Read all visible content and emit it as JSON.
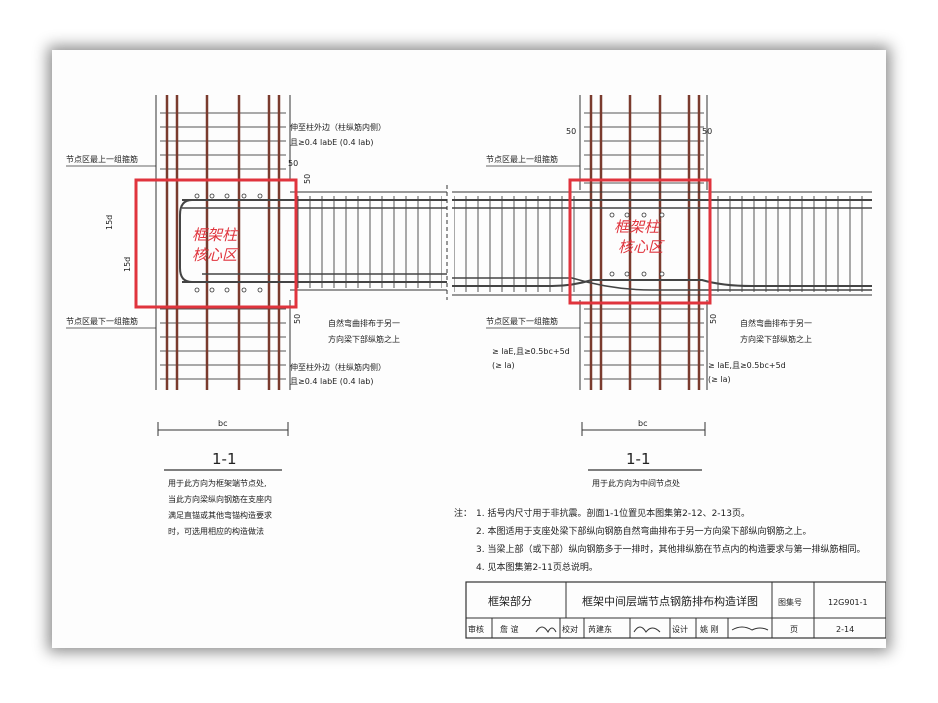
{
  "left_detail": {
    "section_label": "1-1",
    "caption_lines": [
      "用于此方向为框架端节点处,",
      "当此方向梁纵向钢筋在支座内",
      "满足直锚或其他弯锚构造要求",
      "时，可选用相应的构造做法"
    ],
    "top_ext_line1": "伸至柱外边（柱纵筋内侧）",
    "top_ext_line2": "且≥0.4 labE (0.4 lab)",
    "bot_ext_line1": "伸至柱外边（柱纵筋内侧）",
    "bot_ext_line2": "且≥0.4 labE (0.4 lab)",
    "top_hoop_label": "节点区最上一组箍筋",
    "bot_hoop_label": "节点区最下一组箍筋",
    "bend_line1": "自然弯曲排布于另一",
    "bend_line2": "方向梁下部纵筋之上",
    "dim_50a": "50",
    "dim_50b": "50",
    "dim_50c": "50",
    "dim_15d_a": "15d",
    "dim_15d_b": "15d",
    "dim_bc": "bc",
    "red_text1": "框架柱",
    "red_text2": "核心区"
  },
  "right_detail": {
    "section_label": "1-1",
    "caption": "用于此方向为中间节点处",
    "top_hoop_label": "节点区最上一组箍筋",
    "bot_hoop_label": "节点区最下一组箍筋",
    "bend_line1": "自然弯曲排布于另一",
    "bend_line2": "方向梁下部纵筋之上",
    "anchor_left_line1": "≥ laE,且≥0.5bc+5d",
    "anchor_left_line2": "(≥ la)",
    "anchor_right_line1": "≥ laE,且≥0.5bc+5d",
    "anchor_right_line2": "(≥ la)",
    "dim_50a": "50",
    "dim_50b": "50",
    "dim_50c": "50",
    "dim_bc": "bc",
    "red_text1": "框架柱",
    "red_text2": "核心区"
  },
  "notes": {
    "prefix": "注：",
    "items": [
      "1. 括号内尺寸用于非抗震。剖面1-1位置见本图集第2-12、2-13页。",
      "2. 本图适用于支座处梁下部纵向钢筋自然弯曲排布于另一方向梁下部纵向钢筋之上。",
      "3. 当梁上部（或下部）纵向钢筋多于一排时，其他排纵筋在节点内的构造要求与第一排纵筋相同。",
      "4. 见本图集第2-11页总说明。"
    ]
  },
  "title_block": {
    "section": "框架部分",
    "title": "框架中间层端节点钢筋排布构造详图",
    "atlas_label": "图集号",
    "atlas_no": "12G901-1",
    "review": "审核",
    "reviewer": "詹 谊",
    "check": "校对",
    "checker": "芮建东",
    "design": "设计",
    "designer": "姚 刚",
    "page_label": "页",
    "page_no": "2-14"
  },
  "colors": {
    "highlight": "#e0343d",
    "rebar_main": "#7a3b2e",
    "line": "#333333"
  }
}
